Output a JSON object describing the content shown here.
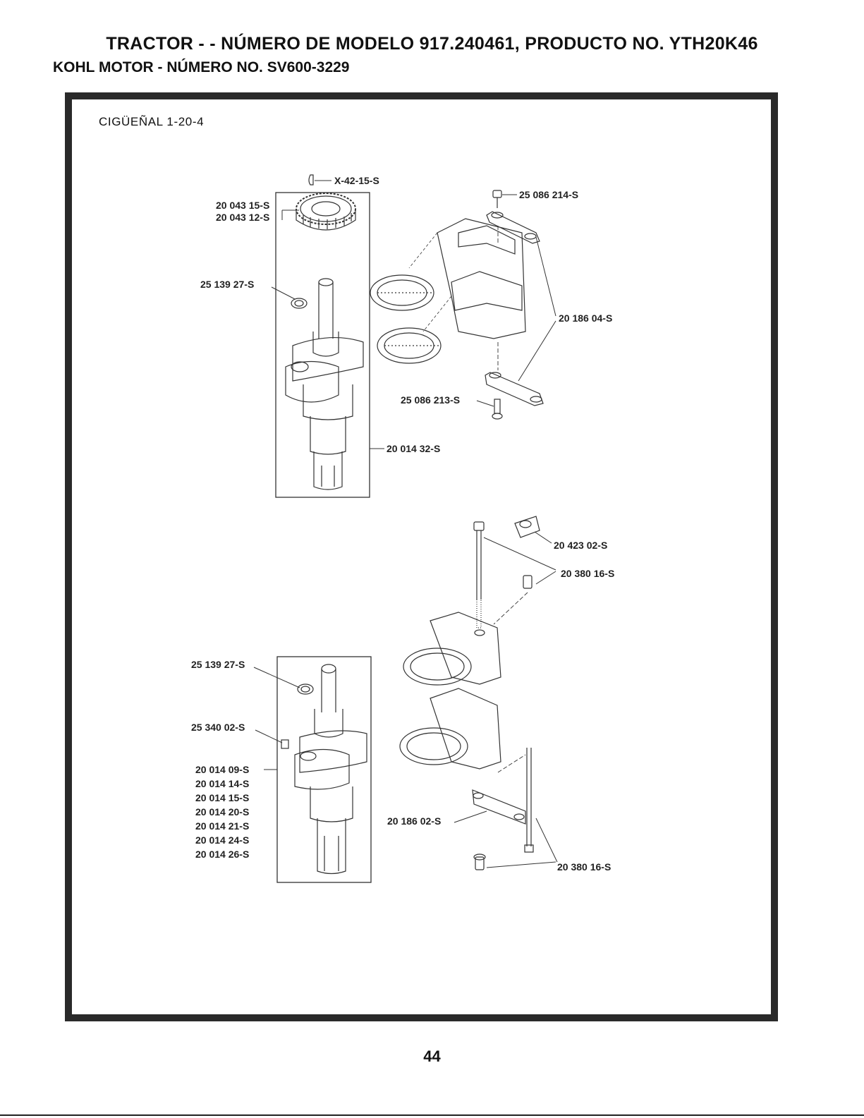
{
  "header": {
    "title": "TRACTOR - - NÚMERO DE MODELO 917.240461, PRODUCTO NO. YTH20K46",
    "subtitle": "KOHL MOTOR - NÚMERO NO. SV600-3229"
  },
  "section": {
    "title": "CIGÜEÑAL 1-20-4"
  },
  "labels": {
    "gear_a": "20 043 15-S",
    "gear_b": "20 043 12-S",
    "key_top": "X-42-15-S",
    "screw_top": "25 086 214-S",
    "seal_top": "25 139 27-S",
    "link_top": "20 186 04-S",
    "screw_mid": "25 086 213-S",
    "crank_top": "20 014 32-S",
    "cap": "20 423 02-S",
    "bolt_set_top": "20 380 16-S",
    "seal_bottom": "25 139 27-S",
    "key_bottom": "25 340 02-S",
    "crank_list": [
      "20 014 09-S",
      "20 014 14-S",
      "20 014 15-S",
      "20 014 20-S",
      "20 014 21-S",
      "20 014 24-S",
      "20 014 26-S"
    ],
    "link_bottom": "20 186 02-S",
    "bolt_set_bottom": "20 380 16-S"
  },
  "footer": {
    "page_number": "44"
  }
}
